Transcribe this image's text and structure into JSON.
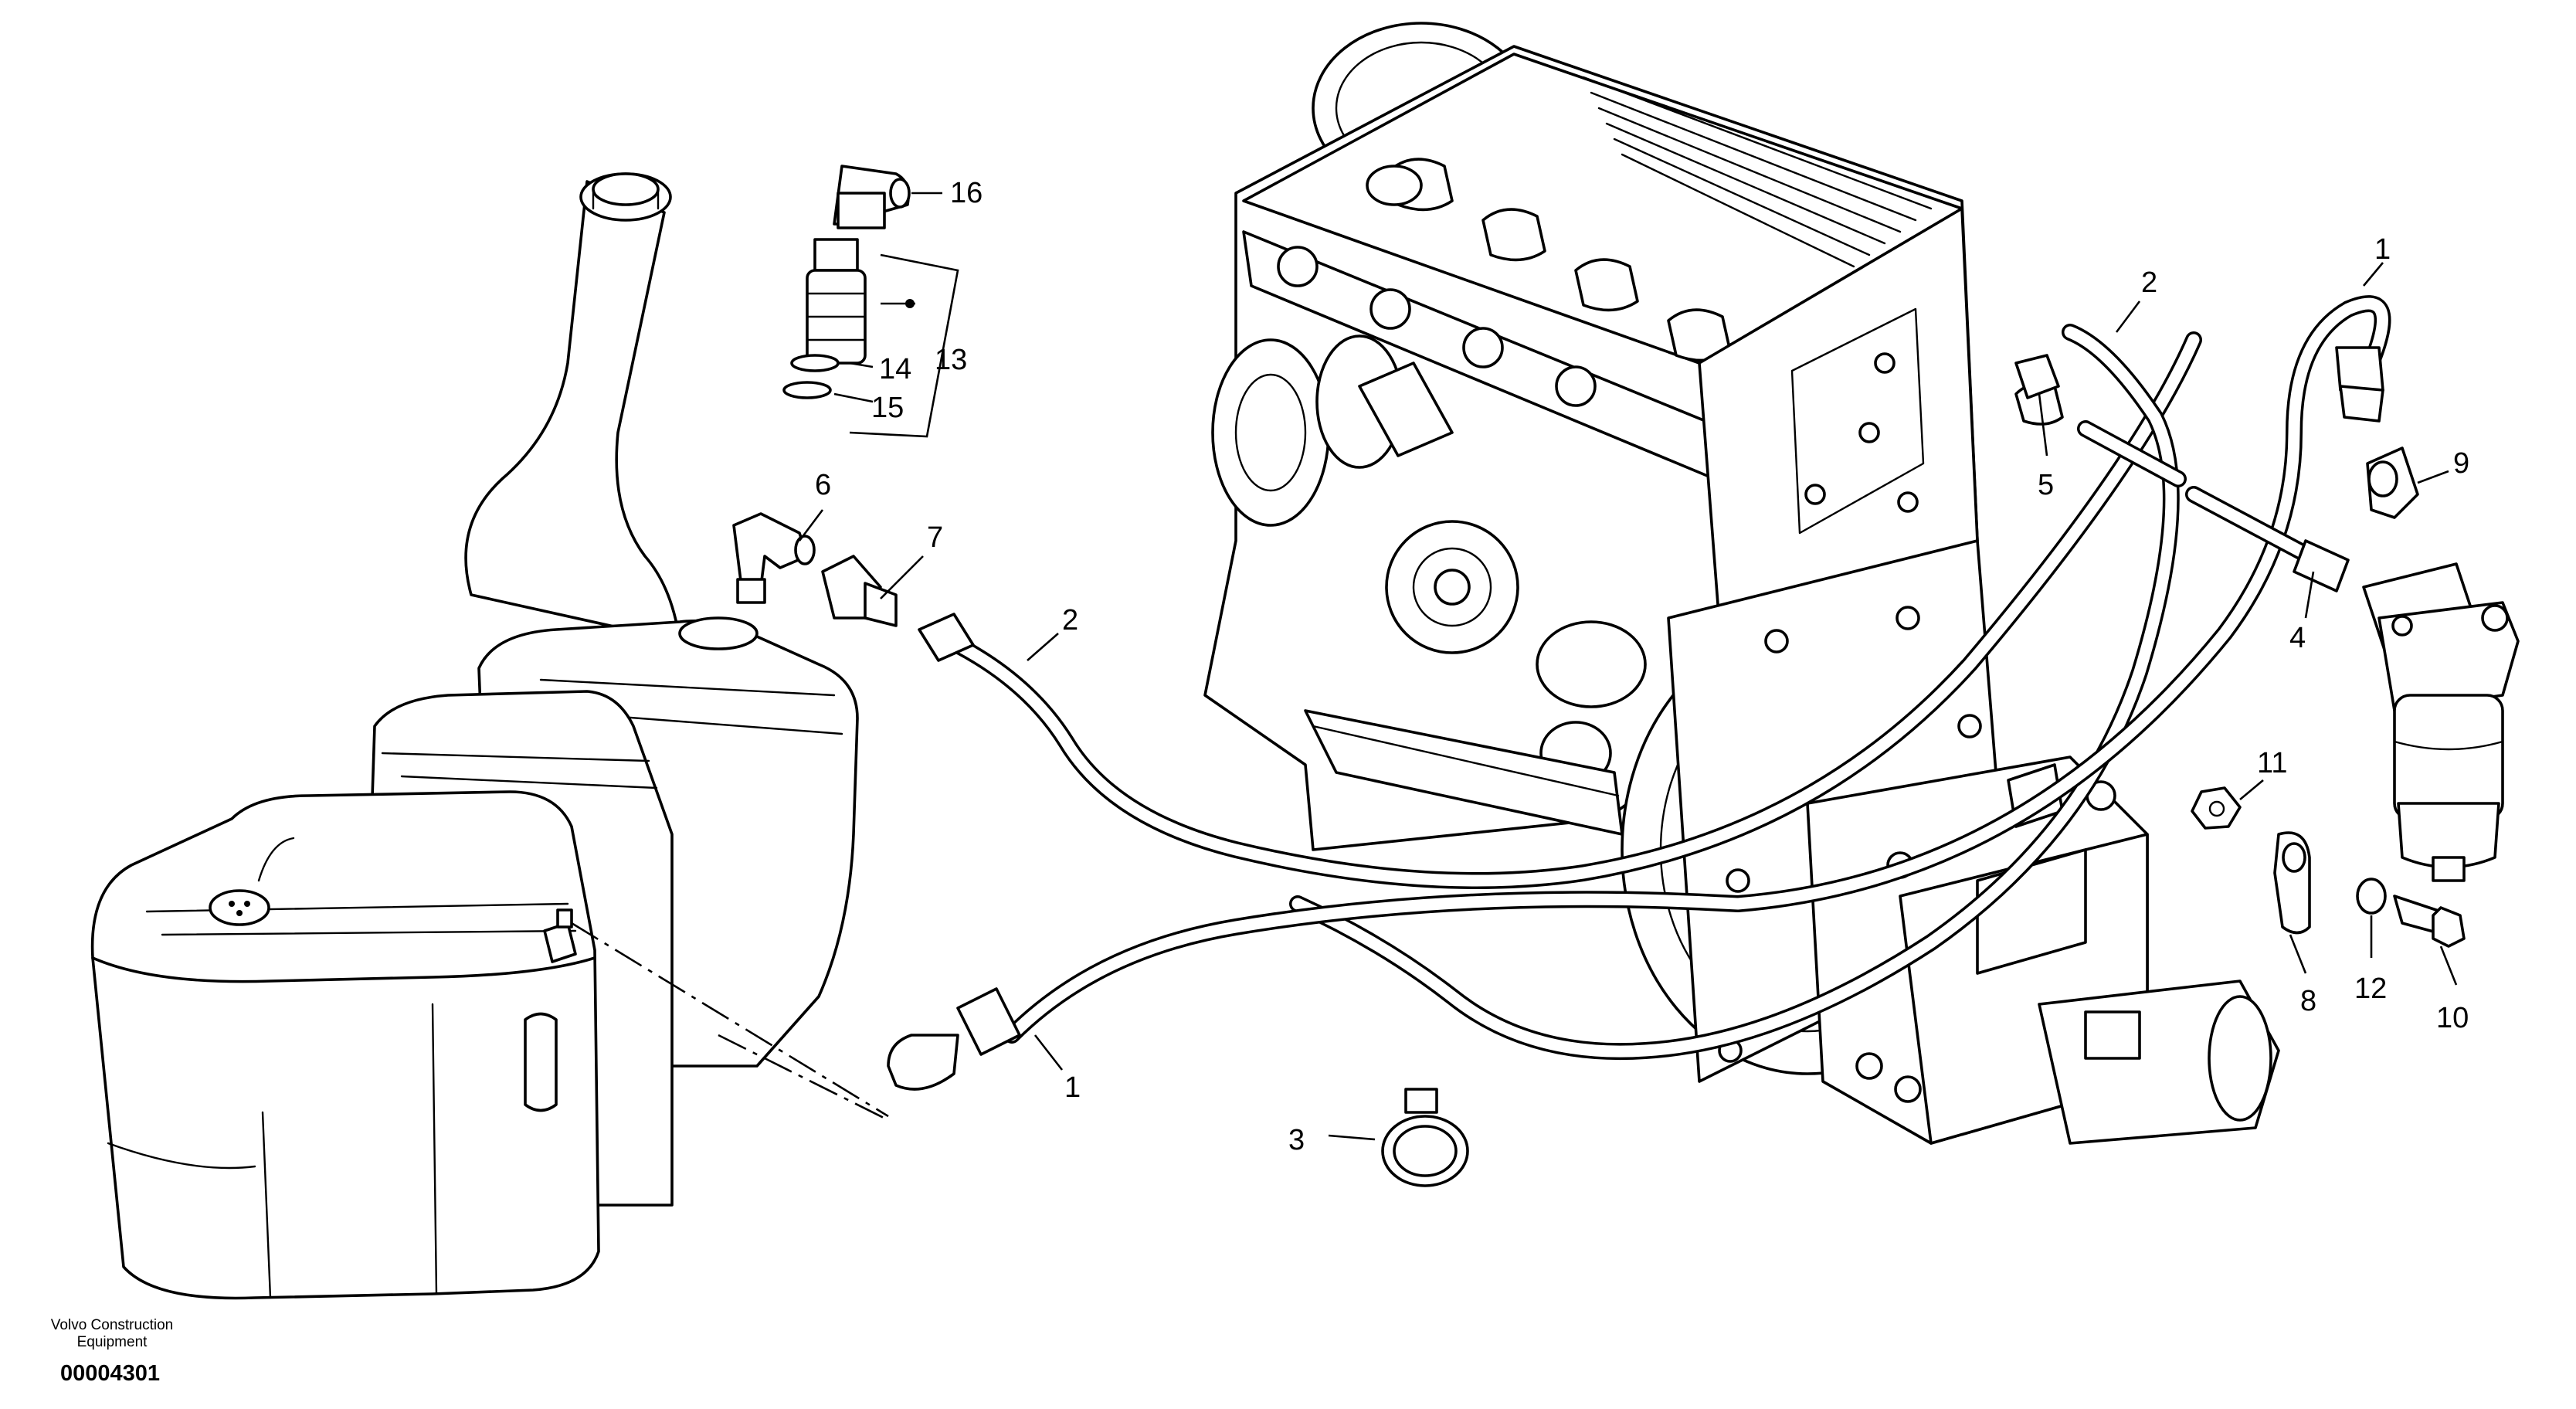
{
  "diagram": {
    "callouts": {
      "c1a": "1",
      "c1b": "1",
      "c2a": "2",
      "c2b": "2",
      "c3": "3",
      "c4": "4",
      "c5": "5",
      "c6": "6",
      "c7": "7",
      "c8": "8",
      "c9": "9",
      "c10": "10",
      "c11": "11",
      "c12": "12",
      "c13": "13",
      "c14": "14",
      "c15": "15",
      "c16": "16"
    }
  },
  "footer": {
    "publisher": "Volvo Construction Equipment",
    "figure_number": "00004301"
  }
}
